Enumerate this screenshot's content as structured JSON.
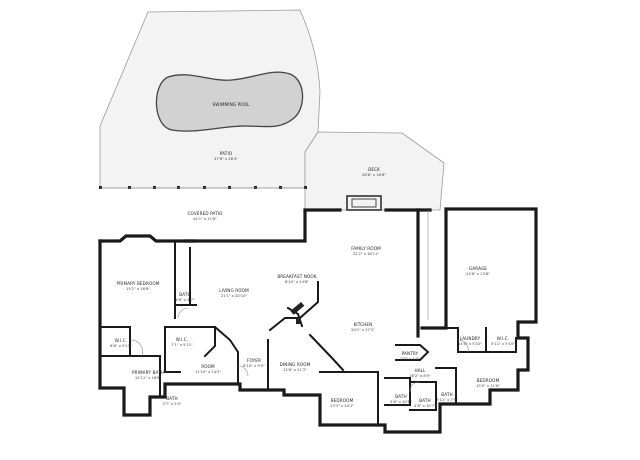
{
  "rooms": [
    {
      "id": "pool",
      "name": "SWIMMING POOL",
      "dims": ""
    },
    {
      "id": "patio",
      "name": "PATIO",
      "dims": "47'8\" x 28'4\""
    },
    {
      "id": "deck",
      "name": "DECK",
      "dims": "28'6\" x 16'8\""
    },
    {
      "id": "covered",
      "name": "COVERED PATIO",
      "dims": "44'1\" x 11'6\""
    },
    {
      "id": "family",
      "name": "FAMILY ROOM",
      "dims": "22'2\" x 16'11\""
    },
    {
      "id": "garage",
      "name": "GARAGE",
      "dims": "24'8\" x 23'8\""
    },
    {
      "id": "primary_bed",
      "name": "PRIMARY BEDROOM",
      "dims": "15'2\" x 16'8\""
    },
    {
      "id": "bath1",
      "name": "BATH",
      "dims": "4'6\" x 4'7\""
    },
    {
      "id": "living",
      "name": "LIVING ROOM",
      "dims": "21'1\" x 20'10\""
    },
    {
      "id": "breakfast",
      "name": "BREAKFAST NOOK",
      "dims": "8'10\" x 14'8\""
    },
    {
      "id": "kitchen",
      "name": "KITCHEN",
      "dims": "20'1\" x 17'2\""
    },
    {
      "id": "wic1",
      "name": "W.I.C.",
      "dims": "8'8\" x 5'11\""
    },
    {
      "id": "wic2",
      "name": "W.I.C.",
      "dims": "7'1\" x 5'11\""
    },
    {
      "id": "laundry",
      "name": "LAUNDRY",
      "dims": "14'0\" x 5'10\""
    },
    {
      "id": "wic3",
      "name": "W.I.C.",
      "dims": "5'11\" x 5'10\""
    },
    {
      "id": "pantry",
      "name": "PANTRY",
      "dims": "5'5\" x 4'3\""
    },
    {
      "id": "primary_bath",
      "name": "PRIMARY BATH",
      "dims": "10'11\" x 16'8\""
    },
    {
      "id": "room",
      "name": "ROOM",
      "dims": "11'10\" x 14'2\""
    },
    {
      "id": "foyer",
      "name": "FOYER",
      "dims": "6'10\" x 9'0\""
    },
    {
      "id": "dining",
      "name": "DINING ROOM",
      "dims": "12'6\" x 11'2\""
    },
    {
      "id": "hall",
      "name": "HALL",
      "dims": "16'2\" x 8'5\""
    },
    {
      "id": "bedroom_r",
      "name": "BEDROOM",
      "dims": "15'0\" x 11'6\""
    },
    {
      "id": "bath2",
      "name": "BATH",
      "dims": "3'11\" x 7'5\""
    },
    {
      "id": "bath3",
      "name": "BATH",
      "dims": "5'6\" x 10'8\""
    },
    {
      "id": "bath4",
      "name": "BATH",
      "dims": "4'8\" x 10'7\""
    },
    {
      "id": "bath5",
      "name": "BATH",
      "dims": "3'7\" x 5'0\""
    },
    {
      "id": "bedroom_b",
      "name": "BEDROOM",
      "dims": "13'3\" x 10'1\""
    }
  ]
}
